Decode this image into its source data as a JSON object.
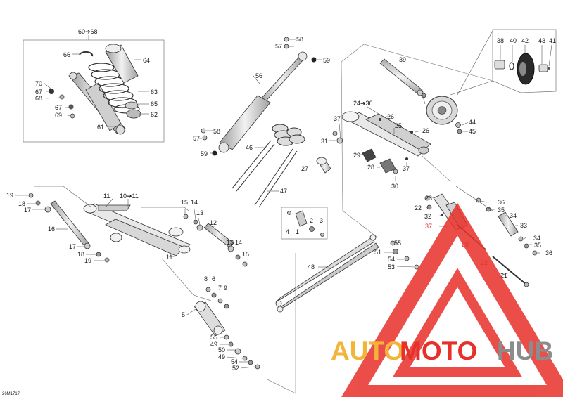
{
  "diagram": {
    "doc_code": "26M1717",
    "labels": {
      "l1": "1",
      "l2": "2",
      "l3": "3",
      "l4": "4",
      "l5": "5",
      "l6": "6",
      "l7": "7",
      "l8": "8",
      "l9": "9",
      "l10_11": "10➔11",
      "l11a": "11",
      "l11b": "11",
      "l12": "12",
      "l13a": "13",
      "l13b": "13",
      "l14a": "14",
      "l14b": "14",
      "l15a": "15",
      "l15b": "15",
      "l16": "16",
      "l17a": "17",
      "l17b": "17",
      "l18a": "18",
      "l18b": "18",
      "l19a": "19",
      "l19b": "19",
      "l20": "20",
      "l21": "21",
      "l22a": "22",
      "l22b": "22",
      "l23": "23",
      "l24_36": "24➔36",
      "l25": "25",
      "l26a": "26",
      "l26b": "26",
      "l27": "27",
      "l28": "28",
      "l29": "29",
      "l30": "30",
      "l31": "31",
      "l32": "32",
      "l33": "33",
      "l34a": "34",
      "l34b": "34",
      "l35a": "35",
      "l35b": "35",
      "l36a": "36",
      "l36b": "36",
      "l37a": "37",
      "l37b": "37",
      "l37c": "37",
      "l38": "38",
      "l39": "39",
      "l40": "40",
      "l41": "41",
      "l42": "42",
      "l43": "43",
      "l44": "44",
      "l45": "45",
      "l46": "46",
      "l47": "47",
      "l48": "48",
      "l49a": "49",
      "l49b": "49",
      "l50": "50",
      "l51": "51",
      "l52": "52",
      "l53": "53",
      "l54a": "54",
      "l54b": "54",
      "l55a": "55",
      "l55b": "55",
      "l56": "56",
      "l57a": "57",
      "l57b": "57",
      "l58a": "58",
      "l58b": "58",
      "l59a": "59",
      "l59b": "59",
      "l60_68": "60➔68",
      "l61": "61",
      "l62": "62",
      "l63": "63",
      "l64": "64",
      "l65": "65",
      "l66": "66",
      "l67a": "67",
      "l67b": "67",
      "l68": "68",
      "l69": "69",
      "l70": "70"
    }
  },
  "watermark": {
    "brand_auto": "AUTO",
    "brand_moto": "MOTO",
    "brand_hub": "HUB",
    "colors": {
      "auto": "#f3b43a",
      "moto": "#e8302a",
      "hub": "#8c8c8c",
      "triangle": "#e8302a"
    }
  }
}
